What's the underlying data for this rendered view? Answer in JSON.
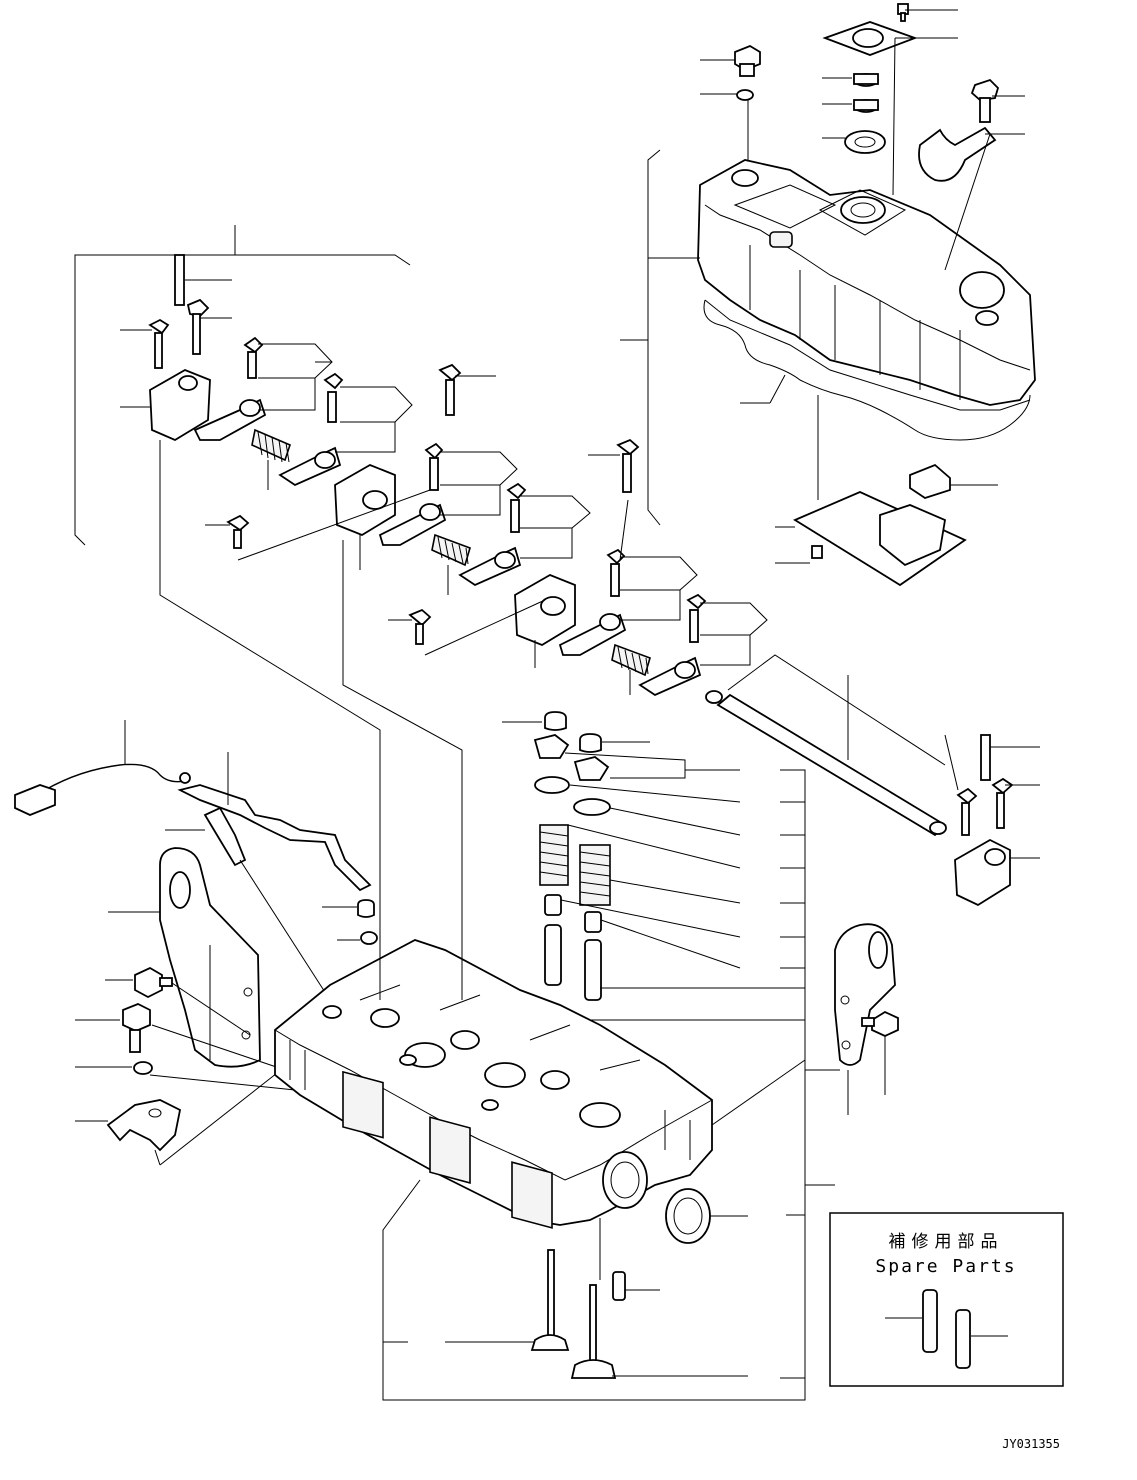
{
  "spare_parts_box": {
    "title_jp": "補修用部品",
    "title_en": "Spare Parts"
  },
  "drawing_number": "JY031355"
}
